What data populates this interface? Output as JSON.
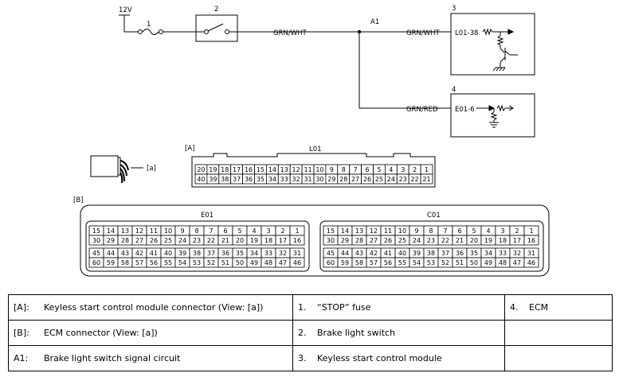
{
  "circuit": {
    "supply": "12V",
    "wire_main": "GRN/WHT",
    "wire_branch_top": "GRN/WHT",
    "wire_branch_bottom": "GRN/RED",
    "junction": "A1",
    "callouts": [
      "1",
      "2",
      "3",
      "4"
    ],
    "terminal_l01": "L01-38",
    "terminal_e01": "E01-6"
  },
  "connector_a": {
    "tag": "[A]",
    "name": "L01",
    "row1": [
      "20",
      "19",
      "18",
      "17",
      "16",
      "15",
      "14",
      "13",
      "12",
      "11",
      "10",
      "9",
      "8",
      "7",
      "6",
      "5",
      "4",
      "3",
      "2",
      "1"
    ],
    "row2": [
      "40",
      "39",
      "38",
      "37",
      "36",
      "35",
      "34",
      "33",
      "32",
      "31",
      "30",
      "29",
      "28",
      "27",
      "26",
      "25",
      "24",
      "23",
      "22",
      "21"
    ]
  },
  "view_label": "[a]",
  "connector_b": {
    "tag": "[B]",
    "left": {
      "name": "E01",
      "rows": [
        [
          "15",
          "14",
          "13",
          "12",
          "11",
          "10",
          "9",
          "8",
          "7",
          "6",
          "5",
          "4",
          "3",
          "2",
          "1"
        ],
        [
          "30",
          "29",
          "28",
          "27",
          "26",
          "25",
          "24",
          "23",
          "22",
          "21",
          "20",
          "19",
          "18",
          "17",
          "16"
        ],
        [
          "45",
          "44",
          "43",
          "42",
          "41",
          "40",
          "39",
          "38",
          "37",
          "36",
          "35",
          "34",
          "33",
          "32",
          "31"
        ],
        [
          "60",
          "59",
          "58",
          "57",
          "56",
          "55",
          "54",
          "53",
          "52",
          "51",
          "50",
          "49",
          "48",
          "47",
          "46"
        ]
      ]
    },
    "right": {
      "name": "C01",
      "rows": [
        [
          "15",
          "14",
          "13",
          "12",
          "11",
          "10",
          "9",
          "8",
          "7",
          "6",
          "5",
          "4",
          "3",
          "2",
          "1"
        ],
        [
          "30",
          "29",
          "28",
          "27",
          "26",
          "25",
          "24",
          "23",
          "22",
          "21",
          "20",
          "19",
          "18",
          "17",
          "16"
        ],
        [
          "45",
          "44",
          "43",
          "42",
          "41",
          "40",
          "39",
          "38",
          "37",
          "36",
          "35",
          "34",
          "33",
          "32",
          "31"
        ],
        [
          "60",
          "59",
          "58",
          "57",
          "56",
          "55",
          "54",
          "53",
          "52",
          "51",
          "50",
          "49",
          "48",
          "47",
          "46"
        ]
      ]
    }
  },
  "legend": {
    "r1c1_key": "[A]:",
    "r1c1_text": "Keyless start control module connector (View: [a])",
    "r1c2_key": "1.",
    "r1c2_text": "“STOP” fuse",
    "r1c3_key": "4.",
    "r1c3_text": "ECM",
    "r2c1_key": "[B]:",
    "r2c1_text": "ECM connector (View: [a])",
    "r2c2_key": "2.",
    "r2c2_text": "Brake light switch",
    "r3c1_key": "A1:",
    "r3c1_text": "Brake light switch signal circuit",
    "r3c2_key": "3.",
    "r3c2_text": "Keyless start control module"
  }
}
